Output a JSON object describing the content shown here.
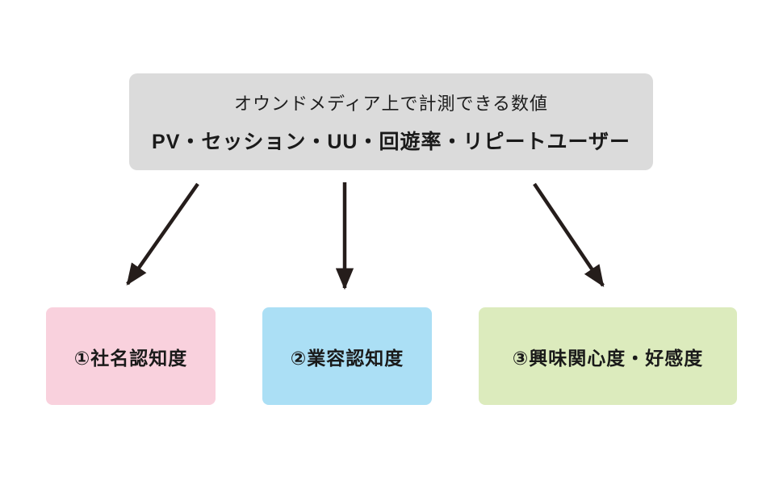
{
  "diagram": {
    "source_box": {
      "line1": "オウンドメディア上で計測できる数値",
      "line2": "PV・セッション・UU・回遊率・リピートユーザー",
      "bg_color": "#dbdbdb"
    },
    "targets": [
      {
        "label": "①社名認知度",
        "bg_color": "#f9d1dd"
      },
      {
        "label": "②業容認知度",
        "bg_color": "#abdff5"
      },
      {
        "label": "③興味関心度・好感度",
        "bg_color": "#dcebbd"
      }
    ],
    "arrow_color": "#251d1b",
    "text_color": "#1a1a1a"
  }
}
